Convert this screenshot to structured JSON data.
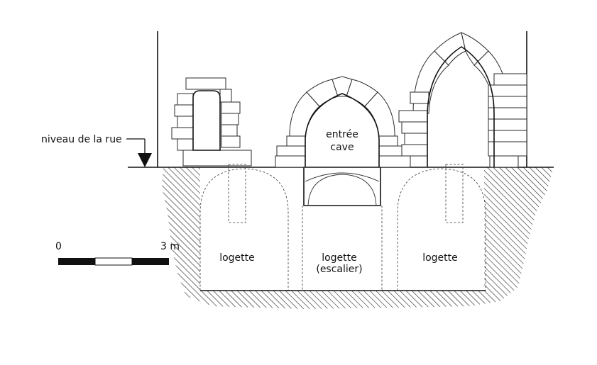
{
  "labels": {
    "street_level": "niveau de la rue",
    "entrance_line1": "entrée",
    "entrance_line2": "cave",
    "logette_left": "logette",
    "logette_middle_line1": "logette",
    "logette_middle_line2": "(escalier)",
    "logette_right": "logette"
  },
  "scale_bar": {
    "start_label": "0",
    "end_label": "3 m"
  },
  "colors": {
    "ink": "#111111",
    "paper": "#ffffff"
  }
}
